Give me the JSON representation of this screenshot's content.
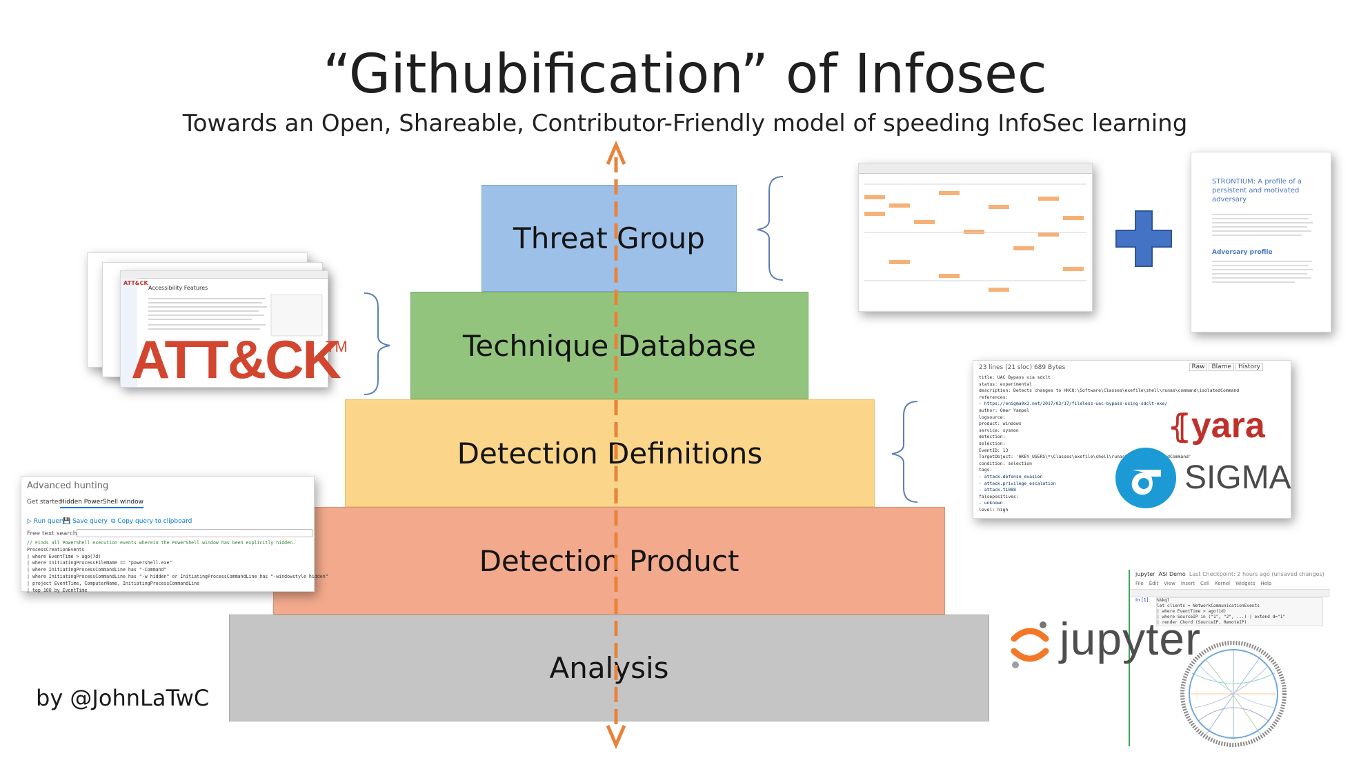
{
  "title": "“Githubification” of Infosec",
  "subtitle": "Towards an Open, Shareable, Contributor-Friendly model of speeding InfoSec learning",
  "tiers": [
    {
      "label": "Threat Group"
    },
    {
      "label": "Technique Database"
    },
    {
      "label": "Detection Definitions"
    },
    {
      "label": "Detection Product"
    },
    {
      "label": "Analysis"
    }
  ],
  "byline": "by @JohnLaTwC",
  "logos": {
    "attack": "ATT&CK",
    "attack_tm": "TM",
    "yara": "yara",
    "sigma": "SIGMA",
    "jupyter": "jupyter"
  },
  "attack_page": {
    "brand": "ATT&CK",
    "heading": "Accessibility Features"
  },
  "strontium_report": {
    "title": "STRONTIUM: A profile of a persistent and motivated adversary",
    "section": "Adversary profile"
  },
  "sigma_rule": {
    "header_info": "23 lines (21 sloc)   689 Bytes",
    "buttons": [
      "Raw",
      "Blame",
      "History"
    ],
    "lines": [
      "title: UAC Bypass via sdclt",
      "status: experimental",
      "description: Detects changes to HKCU:\\Software\\Classes\\exefile\\shell\\runas\\command\\isolatedCommand",
      "references:",
      "    - https://enigma0x3.net/2017/03/17/fileless-uac-bypass-using-sdclt-exe/",
      "author: Omer Yampel",
      "logsource:",
      "    product: windows",
      "    service: sysmon",
      "detection:",
      "    selection:",
      "        EventID: 13",
      "        TargetObject: 'HKEY_USERS\\*\\Classes\\exefile\\shell\\runas\\command\\isolatedCommand'",
      "    condition: selection",
      "tags:",
      "    - attack.defense_evasion",
      "    - attack.privilege_escalation",
      "    - attack.t1088",
      "falsepositives:",
      "    - unknown",
      "level: high"
    ]
  },
  "hunting": {
    "title": "Advanced hunting",
    "tabs": [
      "Get started",
      "Hidden PowerShell window"
    ],
    "toolbar": [
      "Run query",
      "Save query",
      "Copy query to clipboard"
    ],
    "search_label": "Free text search",
    "lines": [
      "// Finds all PowerShell execution events wherein the PowerShell window has been explicitly hidden.",
      "ProcessCreationEvents",
      "| where EventTime > ago(7d)",
      "| where InitiatingProcessFileName == \"powershell.exe\"",
      "| where InitiatingProcessCommandLine has \"-Command\"",
      "| where InitiatingProcessCommandLine has \"-w hidden\" or InitiatingProcessCommandLine has \"-windowstyle hidden\"",
      "| project EventTime, ComputerName, InitiatingProcessCommandLine",
      "| top 100 by EventTime"
    ]
  },
  "notebook": {
    "app": "jupyter",
    "name": "ASI Demo",
    "status": "Last Checkpoint: 2 hours ago (unsaved changes)",
    "menu": [
      "File",
      "Edit",
      "View",
      "Insert",
      "Cell",
      "Kernel",
      "Widgets",
      "Help"
    ],
    "cell_prompt": "In [1]:",
    "code": [
      "%%kql",
      "let clients = NetworkCommunicationEvents",
      "| where EventTime > ago(1d)",
      "| where SourceIP in (\"1\", \"2\", ...) | extend d=\"1\"",
      "| render Chord (SourceIP, RemoteIP)"
    ]
  },
  "colors": {
    "arrow": "#e9823a",
    "bracket": "#5b7fb3",
    "plus": "#4472c4",
    "attack_red": "#d2452e",
    "yara_red": "#c0302b",
    "sigma_blue": "#1b9ad6",
    "jupyter_orange": "#f37726"
  }
}
